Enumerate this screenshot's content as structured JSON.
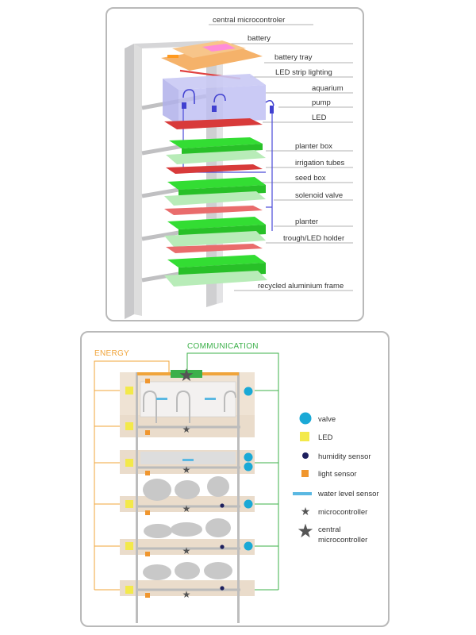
{
  "top_panel": {
    "labels": [
      "central microcontroler",
      "battery",
      "battery tray",
      "LED strip lighting",
      "aquarium",
      "pump",
      "LED",
      "planter box",
      "irrigation tubes",
      "seed box",
      "solenoid valve",
      "planter",
      "trough/LED holder",
      "recycled aluminium frame"
    ]
  },
  "bottom_panel": {
    "energy_title": "ENERGY",
    "communication_title": "COMMUNICATION",
    "legend": [
      {
        "icon": "circle-icon",
        "label": "valve",
        "color": "#1aa9d6"
      },
      {
        "icon": "square-icon",
        "label": "LED",
        "color": "#f3e94a"
      },
      {
        "icon": "dot-icon",
        "label": "humidity sensor",
        "color": "#1d1f5e"
      },
      {
        "icon": "square-icon",
        "label": "light sensor",
        "color": "#f0962e"
      },
      {
        "icon": "bar-icon",
        "label": "water level sensor",
        "color": "#5ab8e2"
      },
      {
        "icon": "star-small-icon",
        "label": "microcontroller",
        "color": "#555555"
      },
      {
        "icon": "star-large-icon",
        "label_line1": "central",
        "label_line2": "microcontroller",
        "color": "#555555"
      }
    ]
  },
  "colors": {
    "energy": "#f0a43a",
    "communication": "#3cb04a",
    "frame": "#cccccc",
    "shelf": "#e9ddcc",
    "planter_green": "#33dd33",
    "light_green": "#b8ecb8",
    "led_red": "#d83a3a",
    "aquarium": "#b9b9f0",
    "battery": "#f0a860"
  }
}
